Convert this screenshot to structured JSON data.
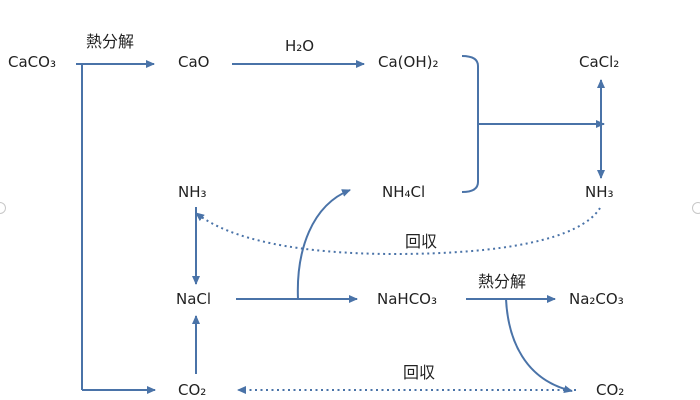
{
  "nodes": {
    "caco3": "CaCO₃",
    "cao": "CaO",
    "caoh2": "Ca(OH)₂",
    "cacl2": "CaCl₂",
    "nh3_left": "NH₃",
    "nh4cl": "NH₄Cl",
    "nh3_right": "NH₃",
    "nacl": "NaCl",
    "nahco3": "NaHCO₃",
    "na2co3": "Na₂CO₃",
    "co2_left": "CO₂",
    "co2_right": "CO₂"
  },
  "edge_labels": {
    "heat_decompose_top": "熱分解",
    "water": "H₂O",
    "recover_top": "回収",
    "heat_decompose_bottom": "熱分解",
    "recover_bottom": "回収"
  },
  "colors": {
    "arrow": "#4a73a8",
    "text": "#222222"
  }
}
